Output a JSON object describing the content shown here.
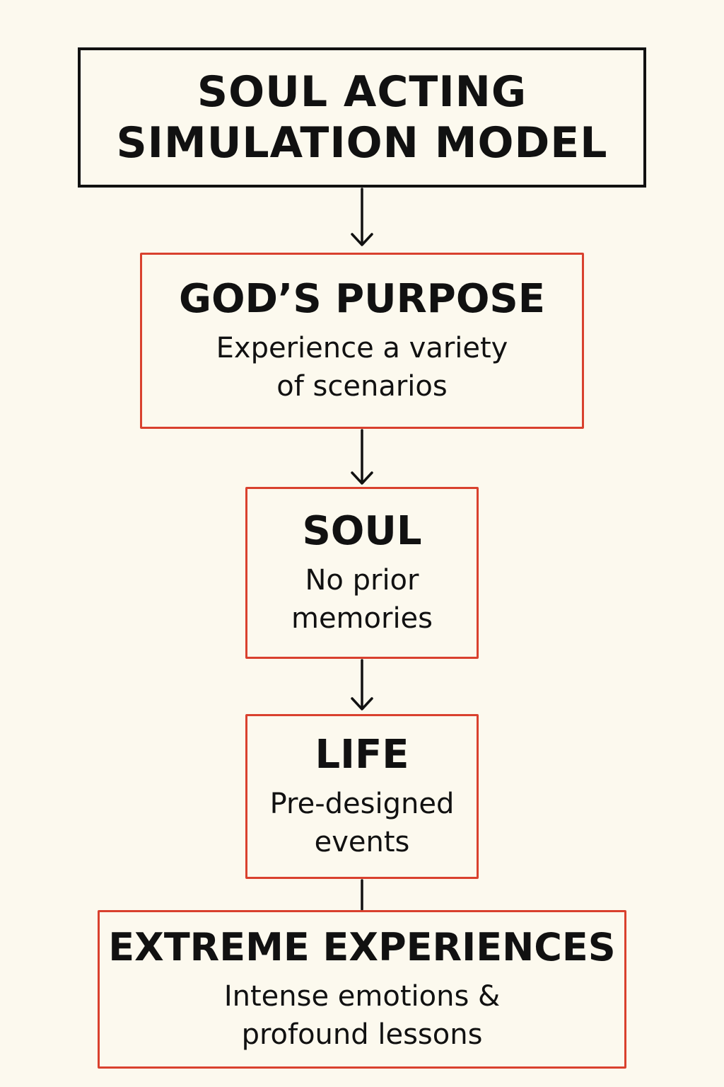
{
  "title": {
    "line1": "SOUL ACTING",
    "line2": "SIMULATION MODEL"
  },
  "nodes": {
    "gods_purpose": {
      "title": "GOD’S PURPOSE",
      "desc_line1": "Experience a variety",
      "desc_line2": "of scenarios"
    },
    "soul": {
      "title": "SOUL",
      "desc_line1": "No prior",
      "desc_line2": "memories"
    },
    "life": {
      "title": "LIFE",
      "desc_line1": "Pre-designed",
      "desc_line2": "events"
    },
    "extreme_experiences": {
      "title": "EXTREME EXPERIENCES",
      "desc_line1": "Intense emotions &",
      "desc_line2": "profound lessons"
    }
  },
  "colors": {
    "background": "#fcf9ee",
    "node_border": "#d9412e",
    "title_border": "#111111",
    "text": "#111111"
  }
}
